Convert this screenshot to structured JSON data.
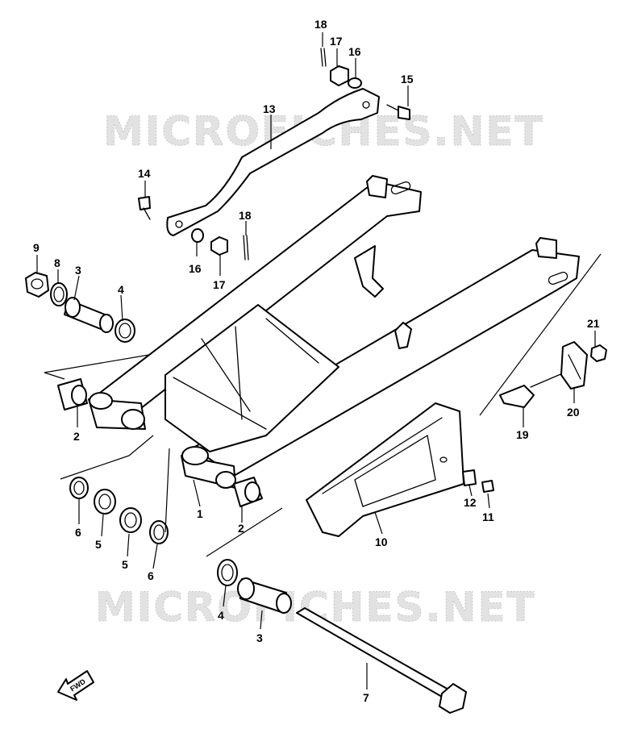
{
  "watermark_text": "MICROFICHES.NET",
  "fwd_label": "FWD",
  "callouts": [
    {
      "id": "c18a",
      "label": "18"
    },
    {
      "id": "c17a",
      "label": "17"
    },
    {
      "id": "c16a",
      "label": "16"
    },
    {
      "id": "c15",
      "label": "15"
    },
    {
      "id": "c13",
      "label": "13"
    },
    {
      "id": "c14",
      "label": "14"
    },
    {
      "id": "c18b",
      "label": "18"
    },
    {
      "id": "c16b",
      "label": "16"
    },
    {
      "id": "c17b",
      "label": "17"
    },
    {
      "id": "c9",
      "label": "9"
    },
    {
      "id": "c8",
      "label": "8"
    },
    {
      "id": "c3a",
      "label": "3"
    },
    {
      "id": "c4a",
      "label": "4"
    },
    {
      "id": "c21",
      "label": "21"
    },
    {
      "id": "c2a",
      "label": "2"
    },
    {
      "id": "c20",
      "label": "20"
    },
    {
      "id": "c19",
      "label": "19"
    },
    {
      "id": "c12",
      "label": "12"
    },
    {
      "id": "c11",
      "label": "11"
    },
    {
      "id": "c1",
      "label": "1"
    },
    {
      "id": "c2b",
      "label": "2"
    },
    {
      "id": "c6a",
      "label": "6"
    },
    {
      "id": "c5a",
      "label": "5"
    },
    {
      "id": "c5b",
      "label": "5"
    },
    {
      "id": "c6b",
      "label": "6"
    },
    {
      "id": "c10",
      "label": "10"
    },
    {
      "id": "c4b",
      "label": "4"
    },
    {
      "id": "c3b",
      "label": "3"
    },
    {
      "id": "c7",
      "label": "7"
    }
  ]
}
